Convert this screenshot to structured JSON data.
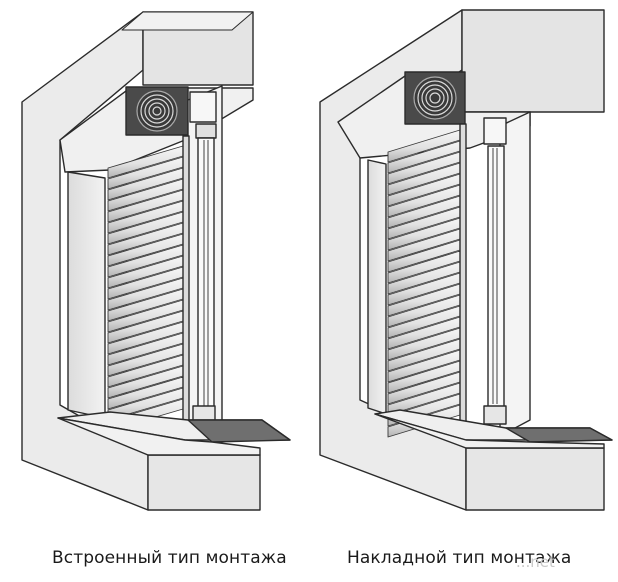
{
  "captions": {
    "built_in": "Встроенный тип монтажа",
    "overlay": "Накладной тип монтажа"
  },
  "watermark": "...net",
  "colors": {
    "wall_face": "#ececec",
    "wall_side": "#d3d3d3",
    "box_top": "#e6e6e6",
    "slat_light": "#f3f3f3",
    "slat_dark": "#b8b8b8",
    "sill": "#6f6f6f",
    "outline": "#2b2b2b"
  }
}
